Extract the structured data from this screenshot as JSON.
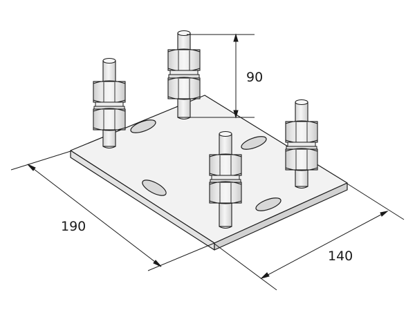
{
  "dimensions": {
    "height": "90",
    "length": "190",
    "width": "140"
  },
  "colors": {
    "stroke": "#1a1a1a",
    "plate_top": "#f2f2f2",
    "plate_front": "#e3e3e3",
    "plate_side": "#d2d2d2",
    "metal_light": "#f4f4f4",
    "metal_mid": "#e2e2e2",
    "metal_dark": "#cfcfcf",
    "background": "#ffffff"
  }
}
